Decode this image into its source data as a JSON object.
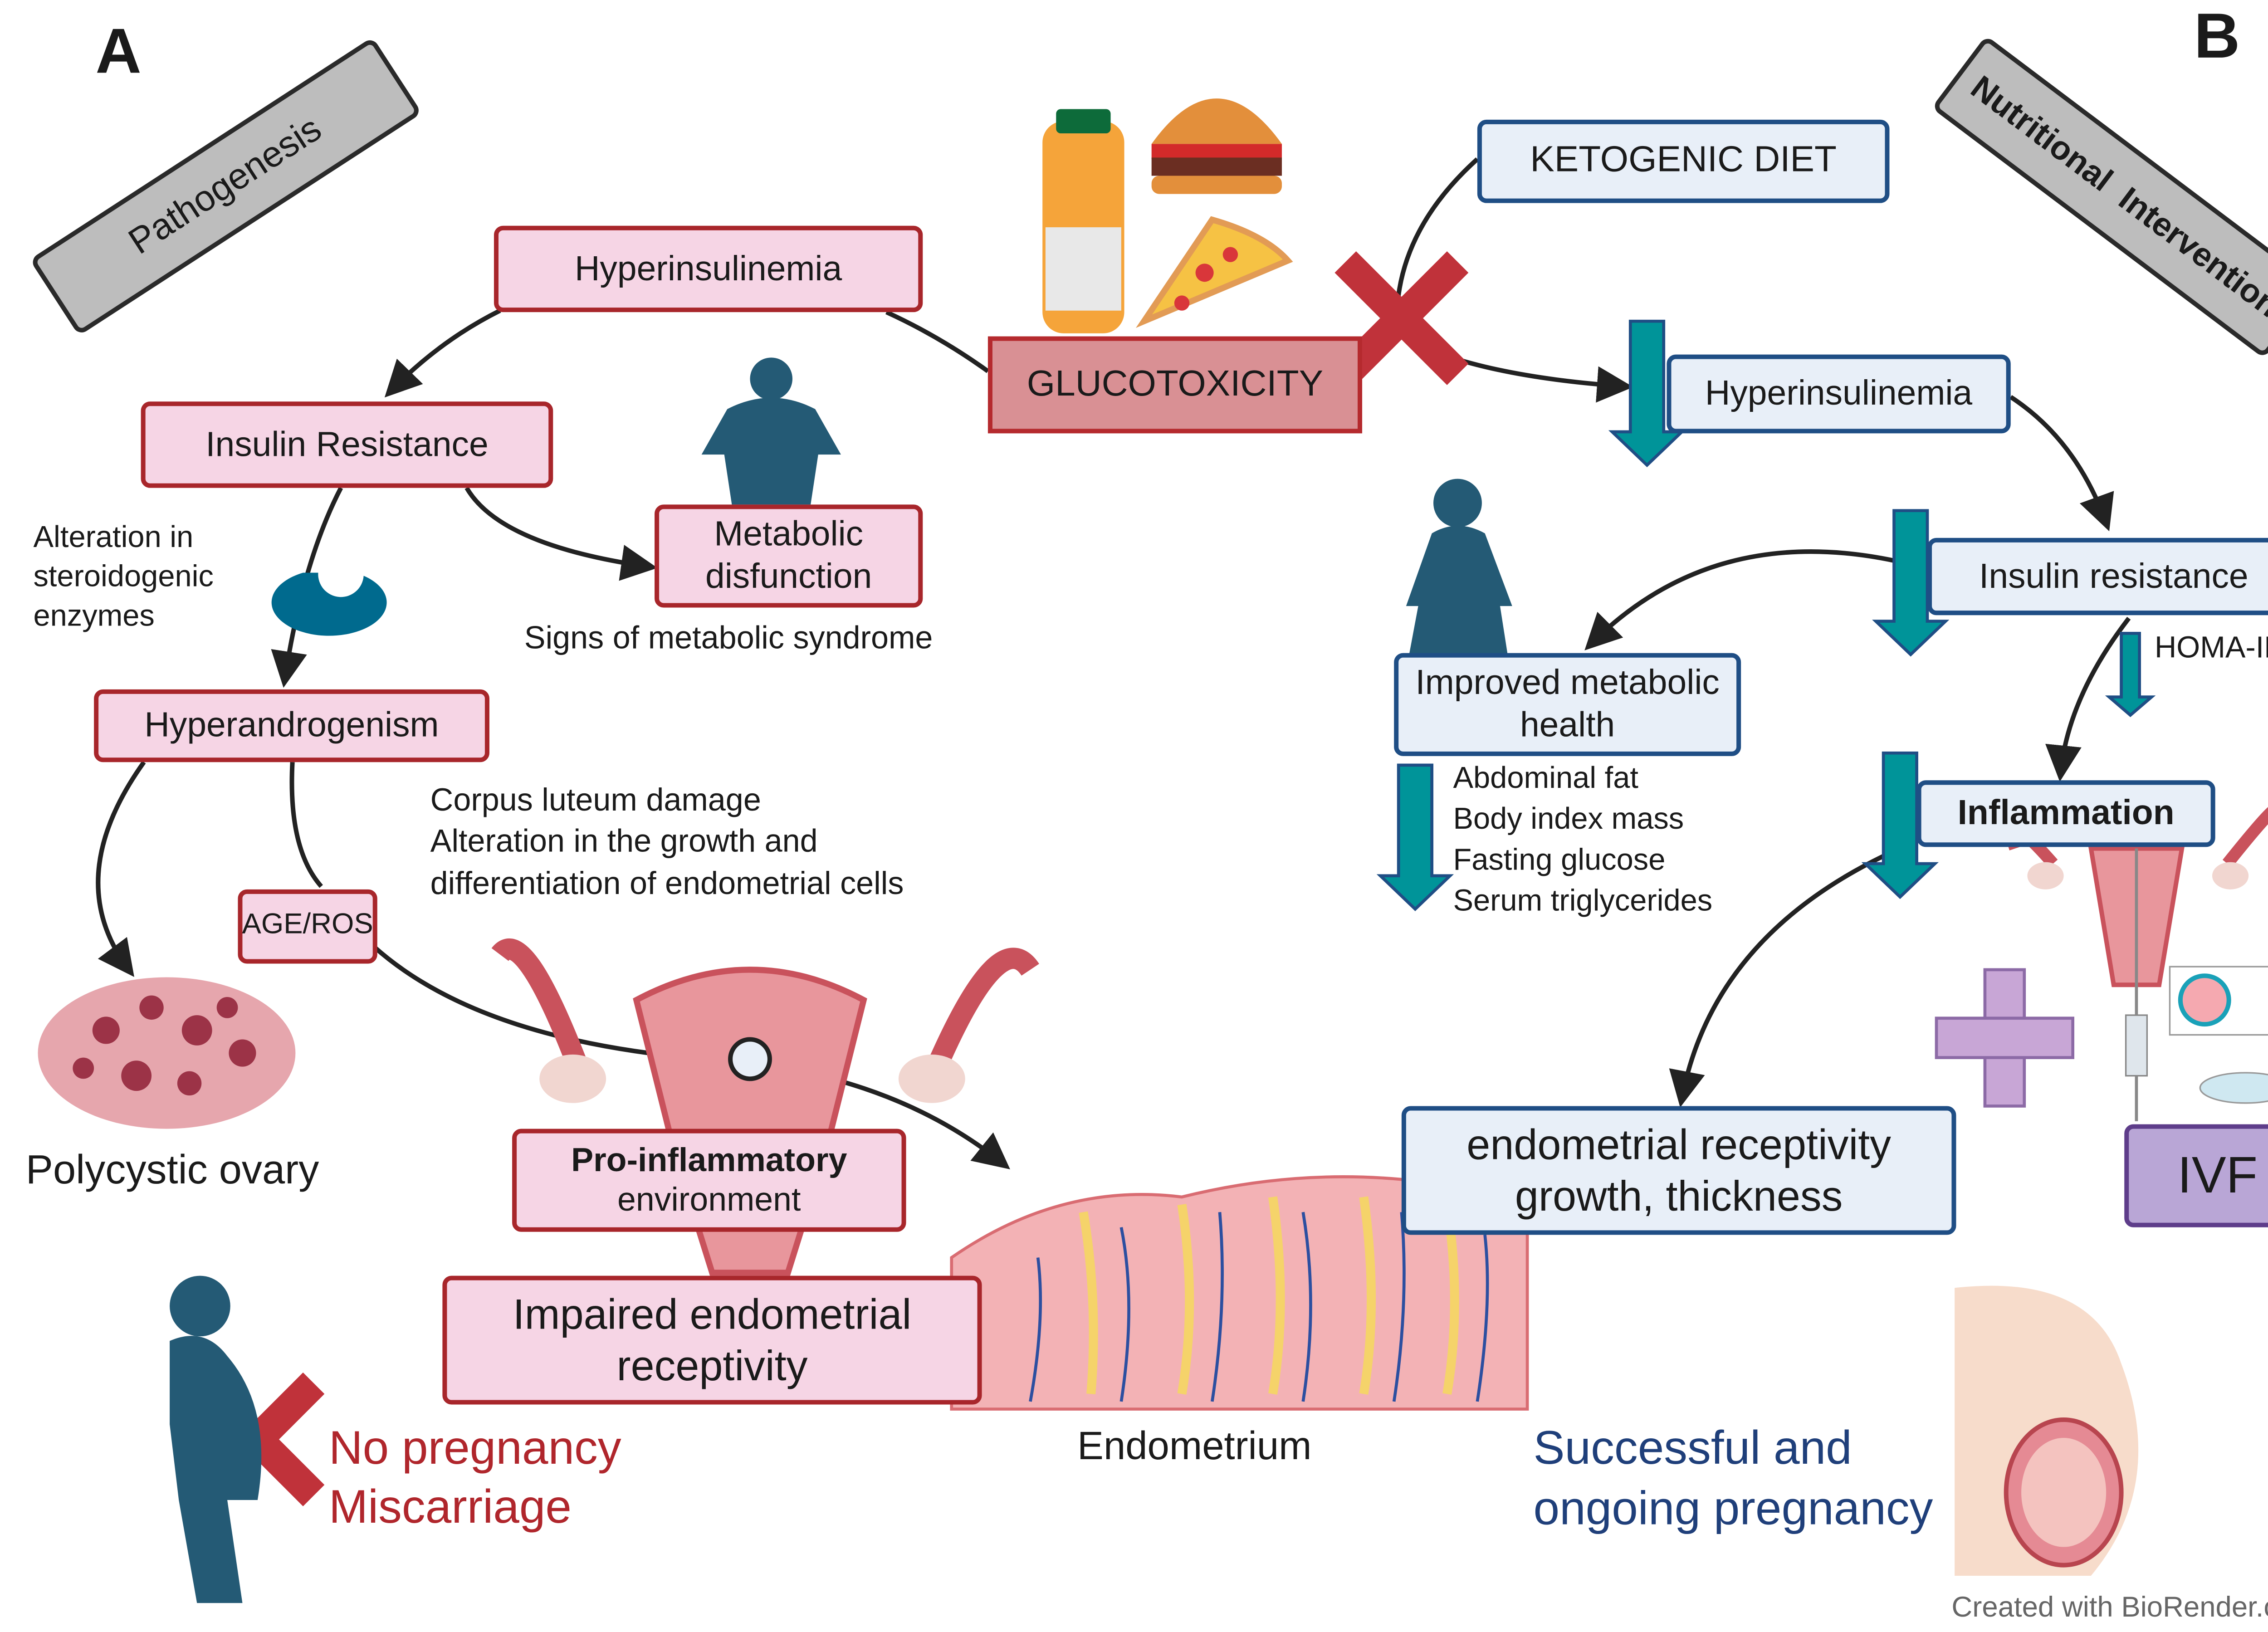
{
  "panel_a": {
    "letter": "A",
    "tag": "Pathogenesis",
    "hyperinsulinemia": "Hyperinsulinemia",
    "insulin_resistance": "Insulin Resistance",
    "metabolic_disfunction": "Metabolic disfunction",
    "signs": "Signs of metabolic syndrome",
    "alteration": [
      "Alteration in",
      "steroidogenic",
      "enzymes"
    ],
    "hyperandrogenism": "Hyperandrogenism",
    "age_ros": "AGE/ROS",
    "corpus": [
      "Corpus luteum damage",
      "Alteration in the growth and",
      "differentiation of endometrial cells"
    ],
    "polycystic": "Polycystic ovary",
    "pro_inflammatory_bold": "Pro-inflammatory",
    "pro_inflammatory_rest": "environment",
    "impaired": "Impaired endometrial receptivity",
    "endometrium": "Endometrium",
    "outcome": [
      "No pregnancy",
      "Miscarriage"
    ]
  },
  "center": {
    "glucotoxicity": "GLUCOTOXICITY"
  },
  "panel_b": {
    "letter": "B",
    "tag": "Nutritional  Intervention",
    "ketogenic": "KETOGENIC DIET",
    "hyperinsulinemia": "Hyperinsulinemia",
    "insulin_resistance": "Insulin resistance",
    "homa": "HOMA-IR",
    "improved": "Improved metabolic health",
    "reductions": [
      "Abdominal fat",
      "Body index mass",
      "Fasting glucose",
      "Serum triglycerides"
    ],
    "inflammation": "Inflammation",
    "endometrial": "endometrial receptivity growth, thickness",
    "ivf": "IVF",
    "outcome": [
      "Successful and",
      "ongoing pregnancy"
    ]
  },
  "credit": "Created with BioRender.com",
  "colors": {
    "pink_fill": "#f6d5e5",
    "red_border": "#a8262b",
    "blue_fill": "#e8eff8",
    "blue_border": "#1f4e85",
    "teal": "#009499",
    "figure": "#245a75",
    "ivf_fill": "#b9a6d6"
  }
}
